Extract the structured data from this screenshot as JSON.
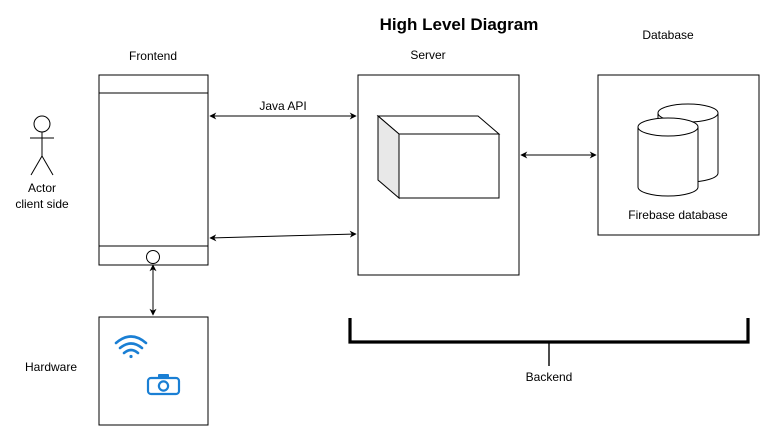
{
  "diagram": {
    "title": "High Level Diagram",
    "actor": {
      "line1": "Actor",
      "line2": "client side"
    },
    "frontend": {
      "label": "Frontend"
    },
    "server": {
      "label": "Server"
    },
    "database": {
      "label": "Database",
      "caption": "Firebase database"
    },
    "hardware": {
      "label": "Hardware",
      "icons": [
        "wifi-icon",
        "camera-icon"
      ],
      "icon_color": "#1a7fd4"
    },
    "connections": {
      "api_label": "Java API"
    },
    "backend": {
      "label": "Backend"
    }
  }
}
